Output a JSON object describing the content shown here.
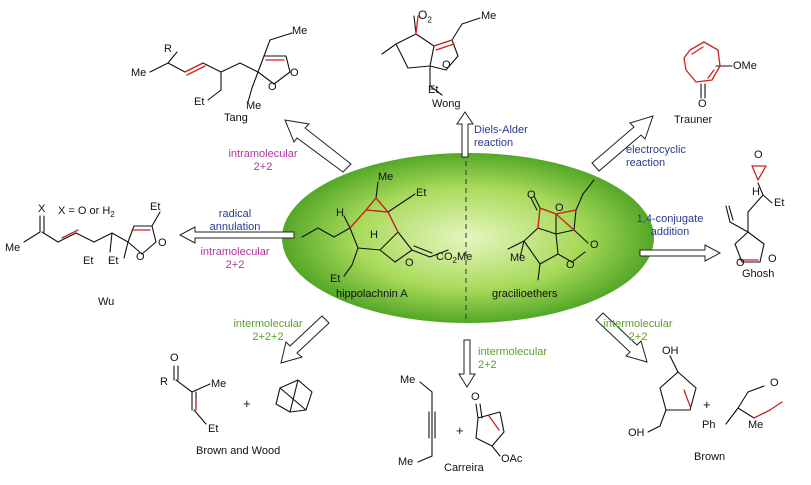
{
  "center": {
    "left_name": "hippolachnin A",
    "right_name": "gracilioethers"
  },
  "routes": {
    "tang": {
      "name": "Tang",
      "method_line1": "intramolecular",
      "method_line2": "2+2"
    },
    "wong": {
      "name": "Wong",
      "method_line1": "Diels-Alder",
      "method_line2": "reaction"
    },
    "trauner": {
      "name": "Trauner",
      "method_line1": "electrocyclic",
      "method_line2": "reaction"
    },
    "ghosh": {
      "name": "Ghosh",
      "method_line1": "1,4-conjugate",
      "method_line2": "addition"
    },
    "wu": {
      "name": "Wu",
      "method_line1": "radical",
      "method_line2": "annulation",
      "method_line3": "intramolecular",
      "method_line4": "2+2"
    },
    "brown_wood": {
      "name": "Brown and Wood",
      "method_line1": "intermolecular",
      "method_line2": "2+2+2"
    },
    "carreira": {
      "name": "Carreira",
      "method_line1": "intermolecular",
      "method_line2": "2+2"
    },
    "brown": {
      "name": "Brown",
      "method_line1": "intermolecular",
      "method_line2": "2+2"
    }
  },
  "atoms": {
    "me": "Me",
    "et": "Et",
    "o": "O",
    "r": "R",
    "x": "X",
    "h": "H",
    "oh": "OH",
    "ome": "OMe",
    "oac": "OAc",
    "ph": "Ph",
    "o2": "O",
    "o2_sub": "2",
    "co2me": "CO",
    "co2me_sub": "2",
    "co2me_tail": "Me",
    "wu_x_def": "X = O or H",
    "wu_x_sub": "2",
    "plus": "+"
  },
  "colors": {
    "ellipse_center": "#e6f6c0",
    "ellipse_mid": "#8fcf3c",
    "ellipse_edge": "#3f9a1a",
    "highlight_bond": "#d12020",
    "label_blue": "#2b3a8f",
    "label_magenta": "#b0369c",
    "label_green": "#5aa02c"
  }
}
